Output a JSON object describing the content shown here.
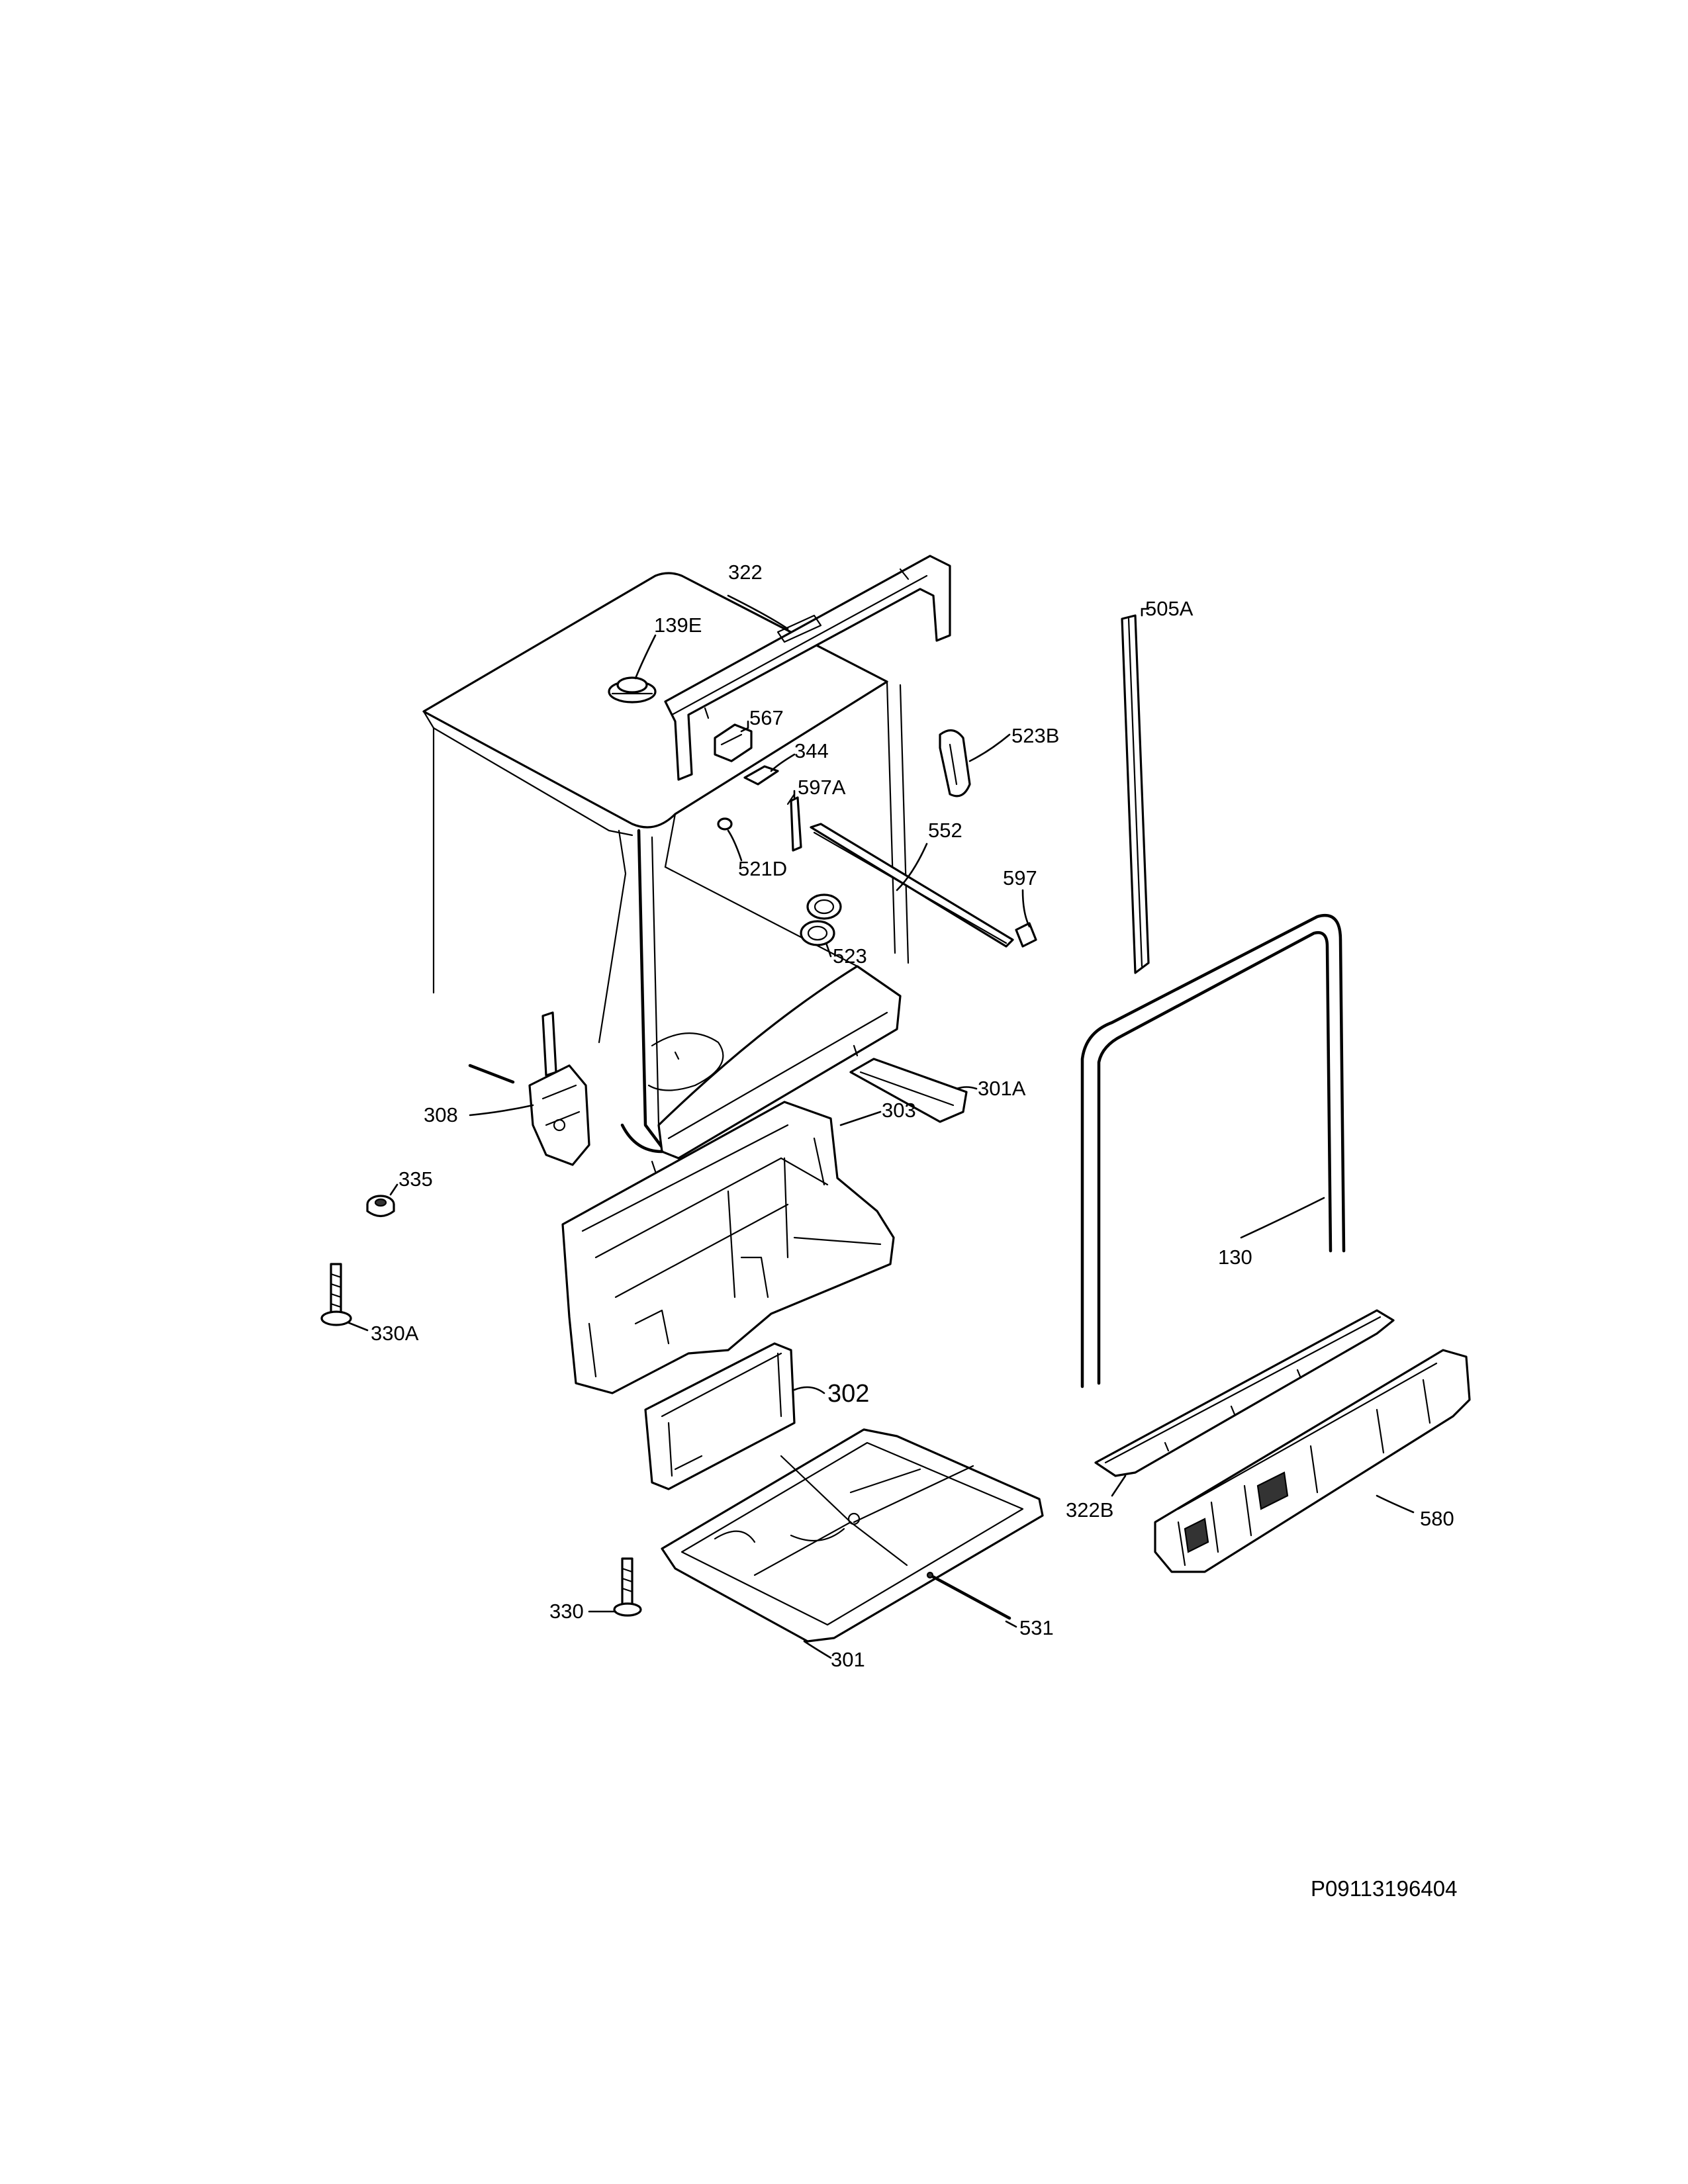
{
  "drawing_code": "P09113196404",
  "callouts": {
    "c322": "322",
    "c139E": "139E",
    "c505A": "505A",
    "c567": "567",
    "c344": "344",
    "c523B": "523B",
    "c597A": "597A",
    "c552": "552",
    "c521D": "521D",
    "c597": "597",
    "c523": "523",
    "c301A": "301A",
    "c303": "303",
    "c308": "308",
    "c335": "335",
    "c130": "130",
    "c330A": "330A",
    "c302": "302",
    "c322B": "322B",
    "c580": "580",
    "c330": "330",
    "c531": "531",
    "c301": "301"
  }
}
